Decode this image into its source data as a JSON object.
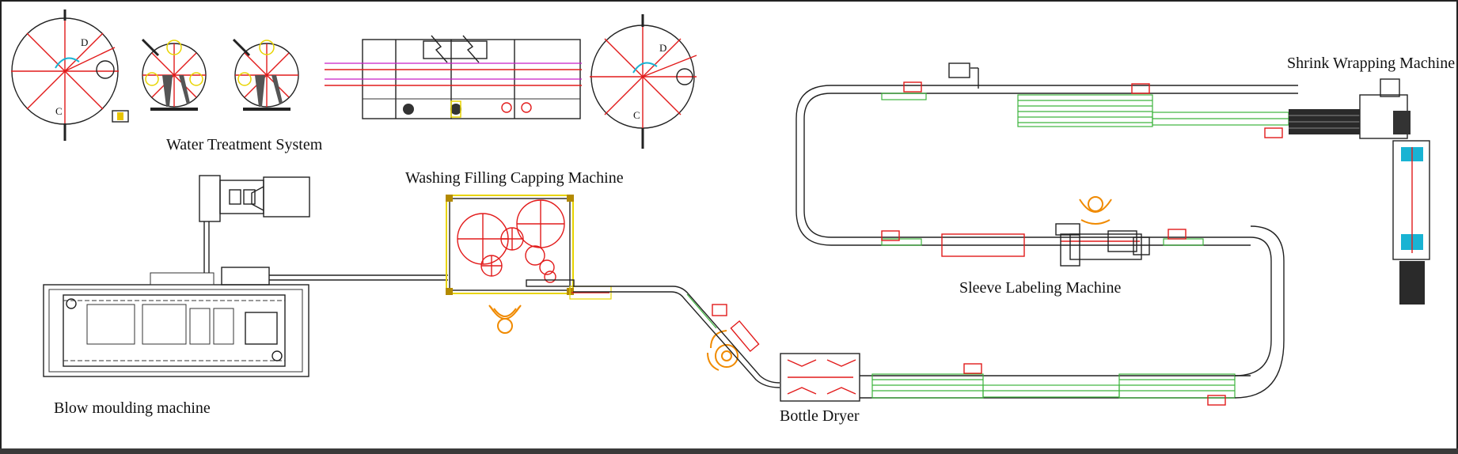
{
  "labels": {
    "water_treatment": "Water Treatment System",
    "washing_filling": "Washing Filling Capping Machine",
    "blow_moulding": "Blow moulding machine",
    "bottle_dryer": "Bottle Dryer",
    "sleeve_labeling": "Sleeve Labeling Machine",
    "shrink_wrapping": "Shrink Wrapping Machine"
  },
  "tank_letters": {
    "tank1_top": "D",
    "tank1_bottom": "C",
    "tank4_top": "D",
    "tank4_bottom": "C"
  },
  "colors": {
    "outline": "#222222",
    "accent_red": "#e21b1b",
    "conveyor_green": "#3cb33c",
    "operator_orange": "#f08a00",
    "pipe_magenta": "#c81fc8",
    "filter_cyan": "#19b3d3"
  }
}
